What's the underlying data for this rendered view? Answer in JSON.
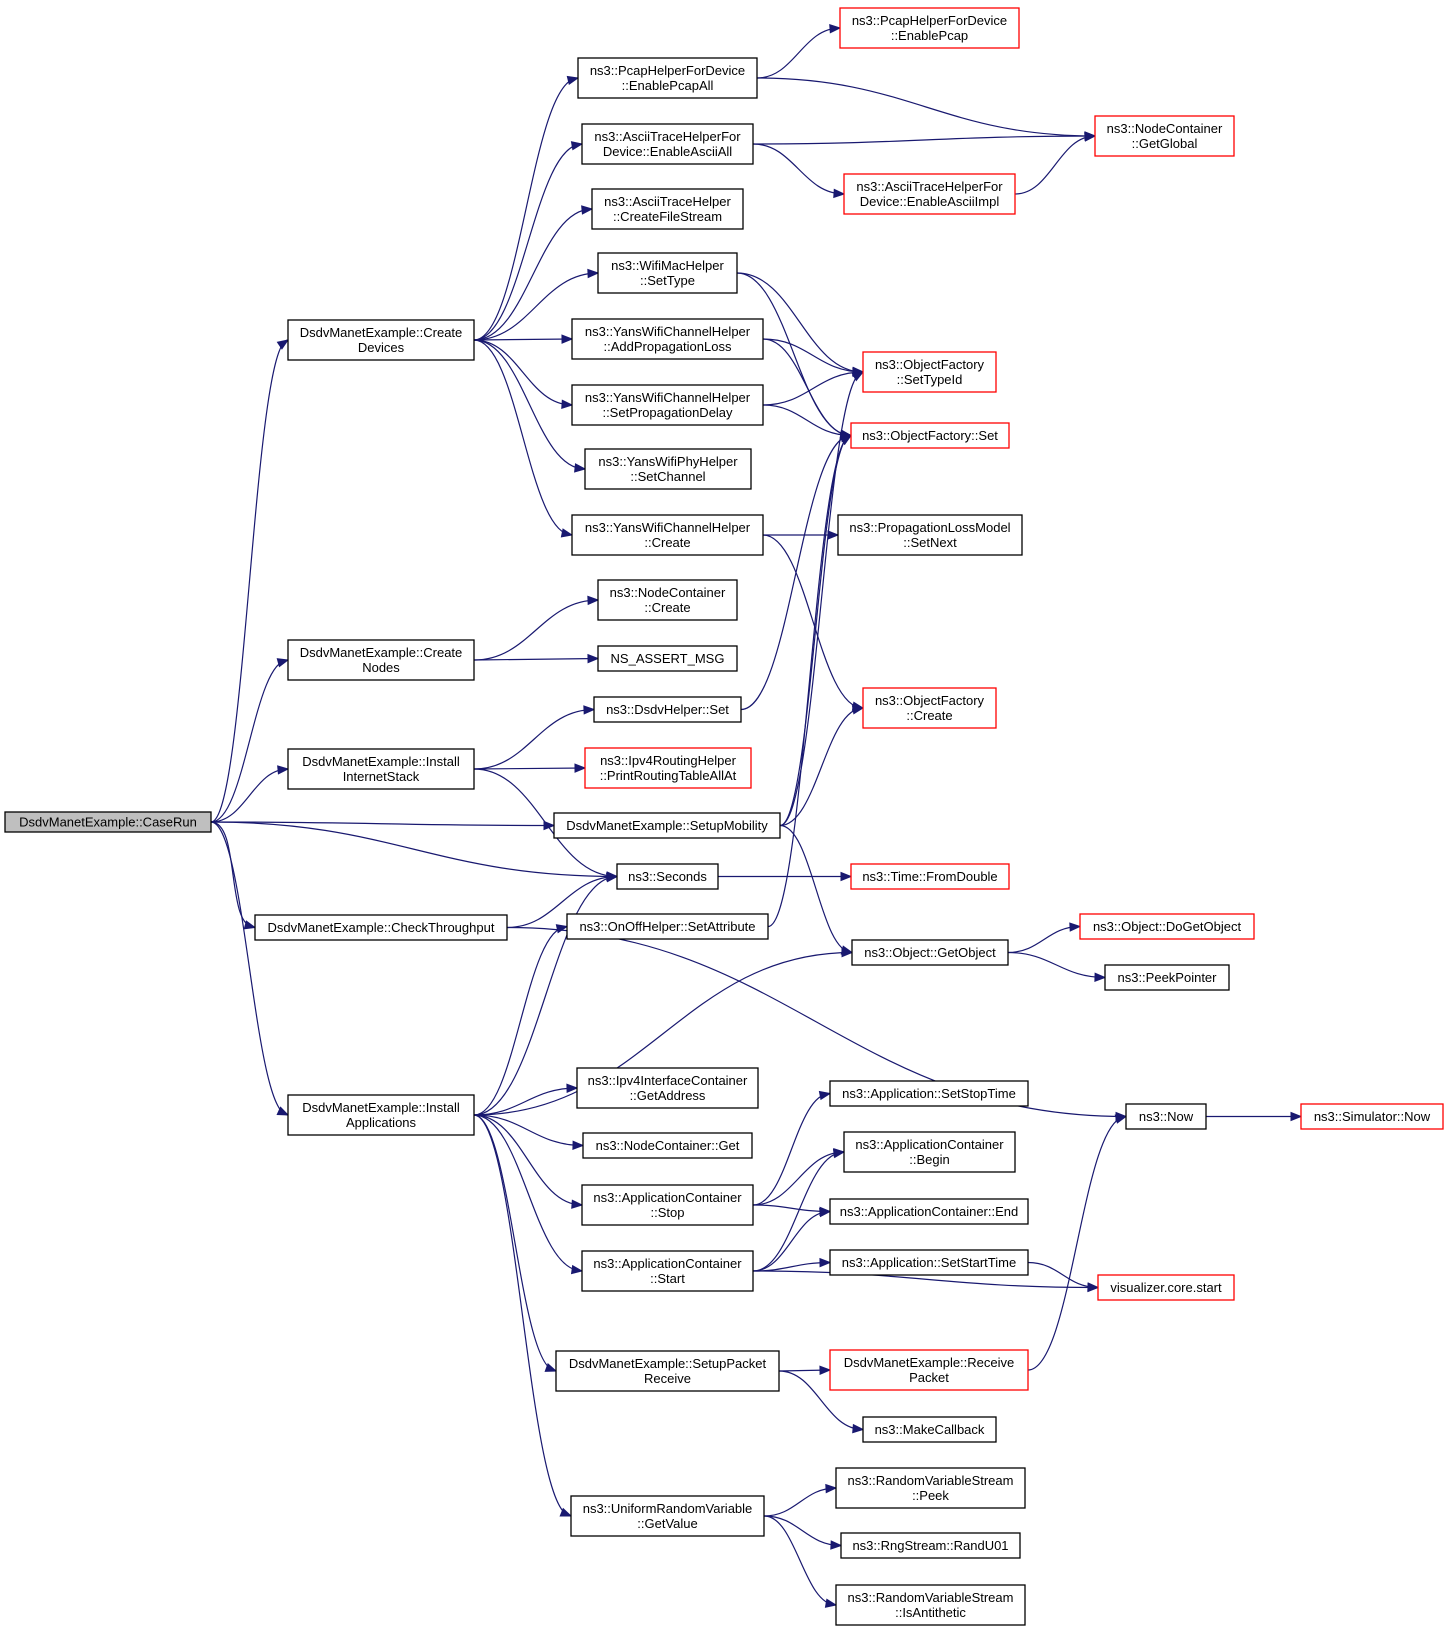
{
  "colors": {
    "edge": "#191970",
    "node_border": "#000000",
    "node_border_incomplete": "#ff0000",
    "root_fill": "#bfbfbf",
    "node_fill": "#ffffff"
  },
  "nodes": {
    "caserun": {
      "lines": [
        "DsdvManetExample::CaseRun"
      ],
      "root": true
    },
    "createdevices": {
      "lines": [
        "DsdvManetExample::Create",
        "Devices"
      ]
    },
    "createnodes": {
      "lines": [
        "DsdvManetExample::Create",
        "Nodes"
      ]
    },
    "installinternet": {
      "lines": [
        "DsdvManetExample::Install",
        "InternetStack"
      ]
    },
    "checkthroughput": {
      "lines": [
        "DsdvManetExample::CheckThroughput"
      ]
    },
    "installapps": {
      "lines": [
        "DsdvManetExample::Install",
        "Applications"
      ]
    },
    "pcapall": {
      "lines": [
        "ns3::PcapHelperForDevice",
        "::EnablePcapAll"
      ]
    },
    "asciiall": {
      "lines": [
        "ns3::AsciiTraceHelperFor",
        "Device::EnableAsciiAll"
      ]
    },
    "createfilestream": {
      "lines": [
        "ns3::AsciiTraceHelper",
        "::CreateFileStream"
      ]
    },
    "wifimacsettype": {
      "lines": [
        "ns3::WifiMacHelper",
        "::SetType"
      ]
    },
    "addproploss": {
      "lines": [
        "ns3::YansWifiChannelHelper",
        "::AddPropagationLoss"
      ]
    },
    "setpropdelay": {
      "lines": [
        "ns3::YansWifiChannelHelper",
        "::SetPropagationDelay"
      ]
    },
    "setchannel": {
      "lines": [
        "ns3::YansWifiPhyHelper",
        "::SetChannel"
      ]
    },
    "yanscreate": {
      "lines": [
        "ns3::YansWifiChannelHelper",
        "::Create"
      ]
    },
    "nodecontcreate": {
      "lines": [
        "ns3::NodeContainer",
        "::Create"
      ]
    },
    "nsassert": {
      "lines": [
        "NS_ASSERT_MSG"
      ]
    },
    "dsdvset": {
      "lines": [
        "ns3::DsdvHelper::Set"
      ]
    },
    "printrouting": {
      "lines": [
        "ns3::Ipv4RoutingHelper",
        "::PrintRoutingTableAllAt"
      ],
      "incomplete": true
    },
    "setupmobility": {
      "lines": [
        "DsdvManetExample::SetupMobility"
      ]
    },
    "seconds": {
      "lines": [
        "ns3::Seconds"
      ]
    },
    "onoffset": {
      "lines": [
        "ns3::OnOffHelper::SetAttribute"
      ]
    },
    "getaddress": {
      "lines": [
        "ns3::Ipv4InterfaceContainer",
        "::GetAddress"
      ]
    },
    "nodecontget": {
      "lines": [
        "ns3::NodeContainer::Get"
      ]
    },
    "appstop": {
      "lines": [
        "ns3::ApplicationContainer",
        "::Stop"
      ]
    },
    "appstart": {
      "lines": [
        "ns3::ApplicationContainer",
        "::Start"
      ]
    },
    "setuppacket": {
      "lines": [
        "DsdvManetExample::SetupPacket",
        "Receive"
      ]
    },
    "uniformget": {
      "lines": [
        "ns3::UniformRandomVariable",
        "::GetValue"
      ]
    },
    "enablepcap": {
      "lines": [
        "ns3::PcapHelperForDevice",
        "::EnablePcap"
      ],
      "incomplete": true
    },
    "getglobal": {
      "lines": [
        "ns3::NodeContainer",
        "::GetGlobal"
      ],
      "incomplete": true
    },
    "asciiimpl": {
      "lines": [
        "ns3::AsciiTraceHelperFor",
        "Device::EnableAsciiImpl"
      ],
      "incomplete": true
    },
    "ofsettypeid": {
      "lines": [
        "ns3::ObjectFactory",
        "::SetTypeId"
      ],
      "incomplete": true
    },
    "ofset": {
      "lines": [
        "ns3::ObjectFactory::Set"
      ],
      "incomplete": true
    },
    "plmsetnext": {
      "lines": [
        "ns3::PropagationLossModel",
        "::SetNext"
      ]
    },
    "ofcreate": {
      "lines": [
        "ns3::ObjectFactory",
        "::Create"
      ],
      "incomplete": true
    },
    "fromdouble": {
      "lines": [
        "ns3::Time::FromDouble"
      ],
      "incomplete": true
    },
    "getobject": {
      "lines": [
        "ns3::Object::GetObject"
      ]
    },
    "dogetobject": {
      "lines": [
        "ns3::Object::DoGetObject"
      ],
      "incomplete": true
    },
    "peekpointer": {
      "lines": [
        "ns3::PeekPointer"
      ]
    },
    "setstoptime": {
      "lines": [
        "ns3::Application::SetStopTime"
      ]
    },
    "appbegin": {
      "lines": [
        "ns3::ApplicationContainer",
        "::Begin"
      ]
    },
    "append": {
      "lines": [
        "ns3::ApplicationContainer::End"
      ]
    },
    "setstarttime": {
      "lines": [
        "ns3::Application::SetStartTime"
      ]
    },
    "receivepacket": {
      "lines": [
        "DsdvManetExample::Receive",
        "Packet"
      ],
      "incomplete": true
    },
    "makecallback": {
      "lines": [
        "ns3::MakeCallback"
      ]
    },
    "rvspeek": {
      "lines": [
        "ns3::RandomVariableStream",
        "::Peek"
      ]
    },
    "randu01": {
      "lines": [
        "ns3::RngStream::RandU01"
      ]
    },
    "isantithetic": {
      "lines": [
        "ns3::RandomVariableStream",
        "::IsAntithetic"
      ]
    },
    "now": {
      "lines": [
        "ns3::Now"
      ]
    },
    "simnow": {
      "lines": [
        "ns3::Simulator::Now"
      ],
      "incomplete": true
    },
    "vizstart": {
      "lines": [
        "visualizer.core.start"
      ],
      "incomplete": true
    }
  },
  "edges": [
    [
      "caserun",
      "createdevices"
    ],
    [
      "caserun",
      "createnodes"
    ],
    [
      "caserun",
      "installinternet"
    ],
    [
      "caserun",
      "setupmobility"
    ],
    [
      "caserun",
      "seconds"
    ],
    [
      "caserun",
      "checkthroughput"
    ],
    [
      "caserun",
      "installapps"
    ],
    [
      "createdevices",
      "pcapall"
    ],
    [
      "createdevices",
      "asciiall"
    ],
    [
      "createdevices",
      "createfilestream"
    ],
    [
      "createdevices",
      "wifimacsettype"
    ],
    [
      "createdevices",
      "addproploss"
    ],
    [
      "createdevices",
      "setpropdelay"
    ],
    [
      "createdevices",
      "setchannel"
    ],
    [
      "createdevices",
      "yanscreate"
    ],
    [
      "pcapall",
      "enablepcap"
    ],
    [
      "pcapall",
      "getglobal"
    ],
    [
      "asciiall",
      "getglobal"
    ],
    [
      "asciiall",
      "asciiimpl"
    ],
    [
      "asciiimpl",
      "getglobal"
    ],
    [
      "wifimacsettype",
      "ofsettypeid"
    ],
    [
      "wifimacsettype",
      "ofset"
    ],
    [
      "addproploss",
      "ofsettypeid"
    ],
    [
      "addproploss",
      "ofset"
    ],
    [
      "setpropdelay",
      "ofsettypeid"
    ],
    [
      "setpropdelay",
      "ofset"
    ],
    [
      "yanscreate",
      "plmsetnext"
    ],
    [
      "yanscreate",
      "ofcreate"
    ],
    [
      "createnodes",
      "nodecontcreate"
    ],
    [
      "createnodes",
      "nsassert"
    ],
    [
      "installinternet",
      "dsdvset"
    ],
    [
      "installinternet",
      "printrouting"
    ],
    [
      "installinternet",
      "seconds"
    ],
    [
      "dsdvset",
      "ofset"
    ],
    [
      "setupmobility",
      "ofsettypeid"
    ],
    [
      "setupmobility",
      "ofset"
    ],
    [
      "setupmobility",
      "ofcreate"
    ],
    [
      "setupmobility",
      "getobject"
    ],
    [
      "seconds",
      "fromdouble"
    ],
    [
      "checkthroughput",
      "seconds"
    ],
    [
      "checkthroughput",
      "now"
    ],
    [
      "onoffset",
      "ofset"
    ],
    [
      "installapps",
      "seconds"
    ],
    [
      "installapps",
      "onoffset"
    ],
    [
      "installapps",
      "getobject"
    ],
    [
      "installapps",
      "getaddress"
    ],
    [
      "installapps",
      "nodecontget"
    ],
    [
      "installapps",
      "appstop"
    ],
    [
      "installapps",
      "appstart"
    ],
    [
      "installapps",
      "setuppacket"
    ],
    [
      "installapps",
      "uniformget"
    ],
    [
      "getobject",
      "dogetobject"
    ],
    [
      "getobject",
      "peekpointer"
    ],
    [
      "appstop",
      "setstoptime"
    ],
    [
      "appstop",
      "appbegin"
    ],
    [
      "appstop",
      "append"
    ],
    [
      "appstart",
      "appbegin"
    ],
    [
      "appstart",
      "append"
    ],
    [
      "appstart",
      "setstarttime"
    ],
    [
      "appstart",
      "vizstart"
    ],
    [
      "setstarttime",
      "vizstart"
    ],
    [
      "setuppacket",
      "receivepacket"
    ],
    [
      "setuppacket",
      "makecallback"
    ],
    [
      "receivepacket",
      "now"
    ],
    [
      "uniformget",
      "rvspeek"
    ],
    [
      "uniformget",
      "randu01"
    ],
    [
      "uniformget",
      "isantithetic"
    ],
    [
      "now",
      "simnow"
    ]
  ]
}
